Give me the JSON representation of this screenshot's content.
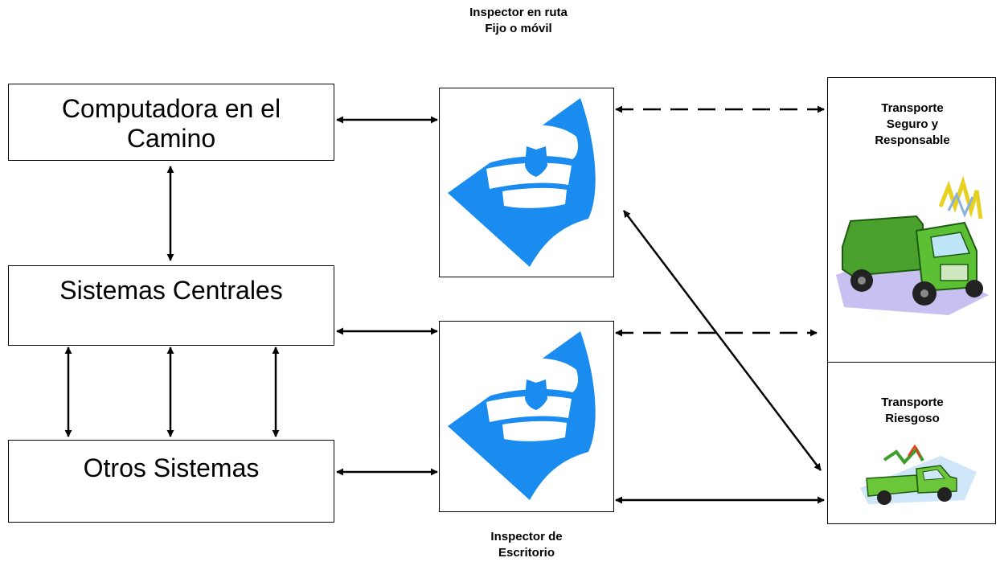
{
  "captions": {
    "inspector_route": [
      "Inspector en ruta",
      "Fijo o móvil"
    ],
    "inspector_desk": [
      "Inspector de",
      "Escritorio"
    ]
  },
  "systems": {
    "roadside_computer": [
      "Computadora en el",
      "Camino"
    ],
    "central_systems": "Sistemas Centrales",
    "other_systems": "Otros Sistemas"
  },
  "transport": {
    "safe": [
      "Transporte",
      "Seguro y",
      "Responsable"
    ],
    "risky": [
      "Transporte",
      "Riesgoso"
    ]
  },
  "colors": {
    "inspector_blue": "#1a8cf0",
    "truck_green": "#4aa02c",
    "line": "#000000"
  },
  "icons": {
    "inspector": "police-cap-badge-icon",
    "safe_truck": "garbage-truck-icon",
    "risky_truck": "pickup-truck-icon"
  }
}
